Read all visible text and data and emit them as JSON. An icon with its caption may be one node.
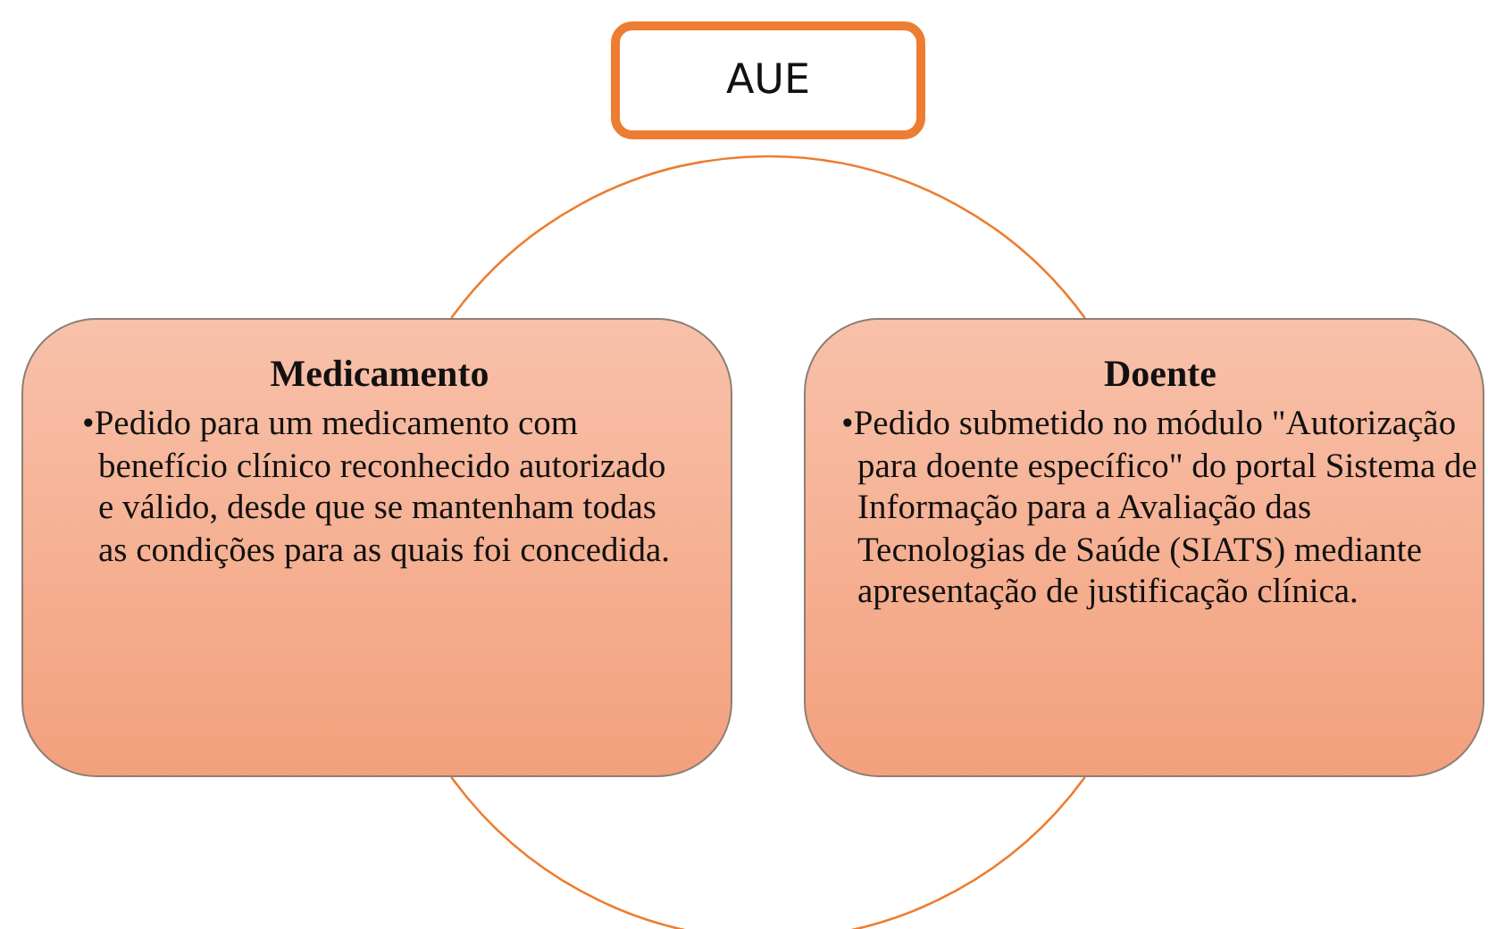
{
  "diagram": {
    "nodes": [
      {
        "text": [
          "AUE"
        ]
      },
      {
        "text": [
          "Medicamento",
          "•Pedido para um medicamento com benefício clínico reconhecido autorizado e válido, desde que se mantenham todas as condições para as quais foi concedida."
        ]
      },
      {
        "text": [
          "Doente",
          "•Pedido submetido no módulo \"Autorização para doente específico\" do portal Sistema de Informação para a Avaliação das Tecnologias de Saúde (SIATS) mediante apresentação de justificação clínica."
        ]
      }
    ],
    "edges": [
      {
        "from": 1,
        "to": 2,
        "arrow": "none"
      },
      {
        "from": 1,
        "to": 2,
        "arrow": "none"
      }
    ]
  }
}
